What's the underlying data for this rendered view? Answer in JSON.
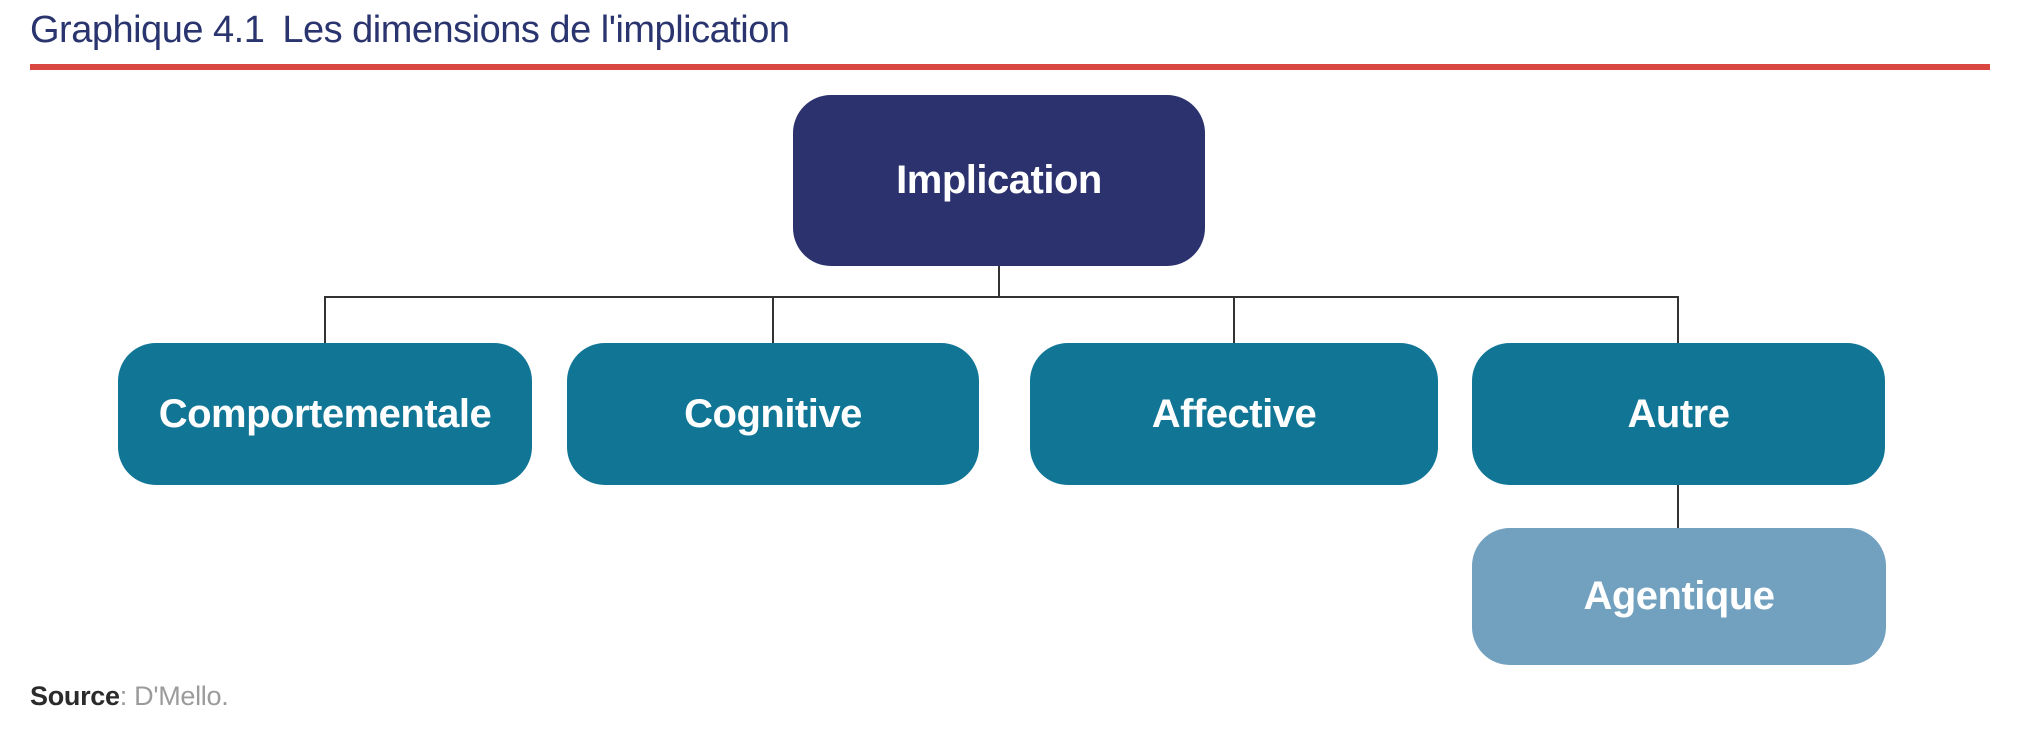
{
  "header": {
    "label": "Graphique 4.1",
    "title": "Les dimensions de l'implication"
  },
  "diagram": {
    "root": {
      "label": "Implication"
    },
    "children": [
      {
        "label": "Comportementale"
      },
      {
        "label": "Cognitive"
      },
      {
        "label": "Affective"
      },
      {
        "label": "Autre"
      }
    ],
    "subchild": {
      "label": "Agentique",
      "parent": "Autre"
    }
  },
  "source": {
    "label": "Source",
    "text": ": D'Mello."
  },
  "colors": {
    "root_box": "#2B326E",
    "dimension_box": "#117696",
    "subchild_box": "#71A1BF",
    "title_text": "#2A356F",
    "title_rule": "#D94740",
    "connector": "#333333",
    "box_text": "#FFFFFF",
    "source_label": "#2B2B2B",
    "source_text": "#9B9B9B"
  }
}
